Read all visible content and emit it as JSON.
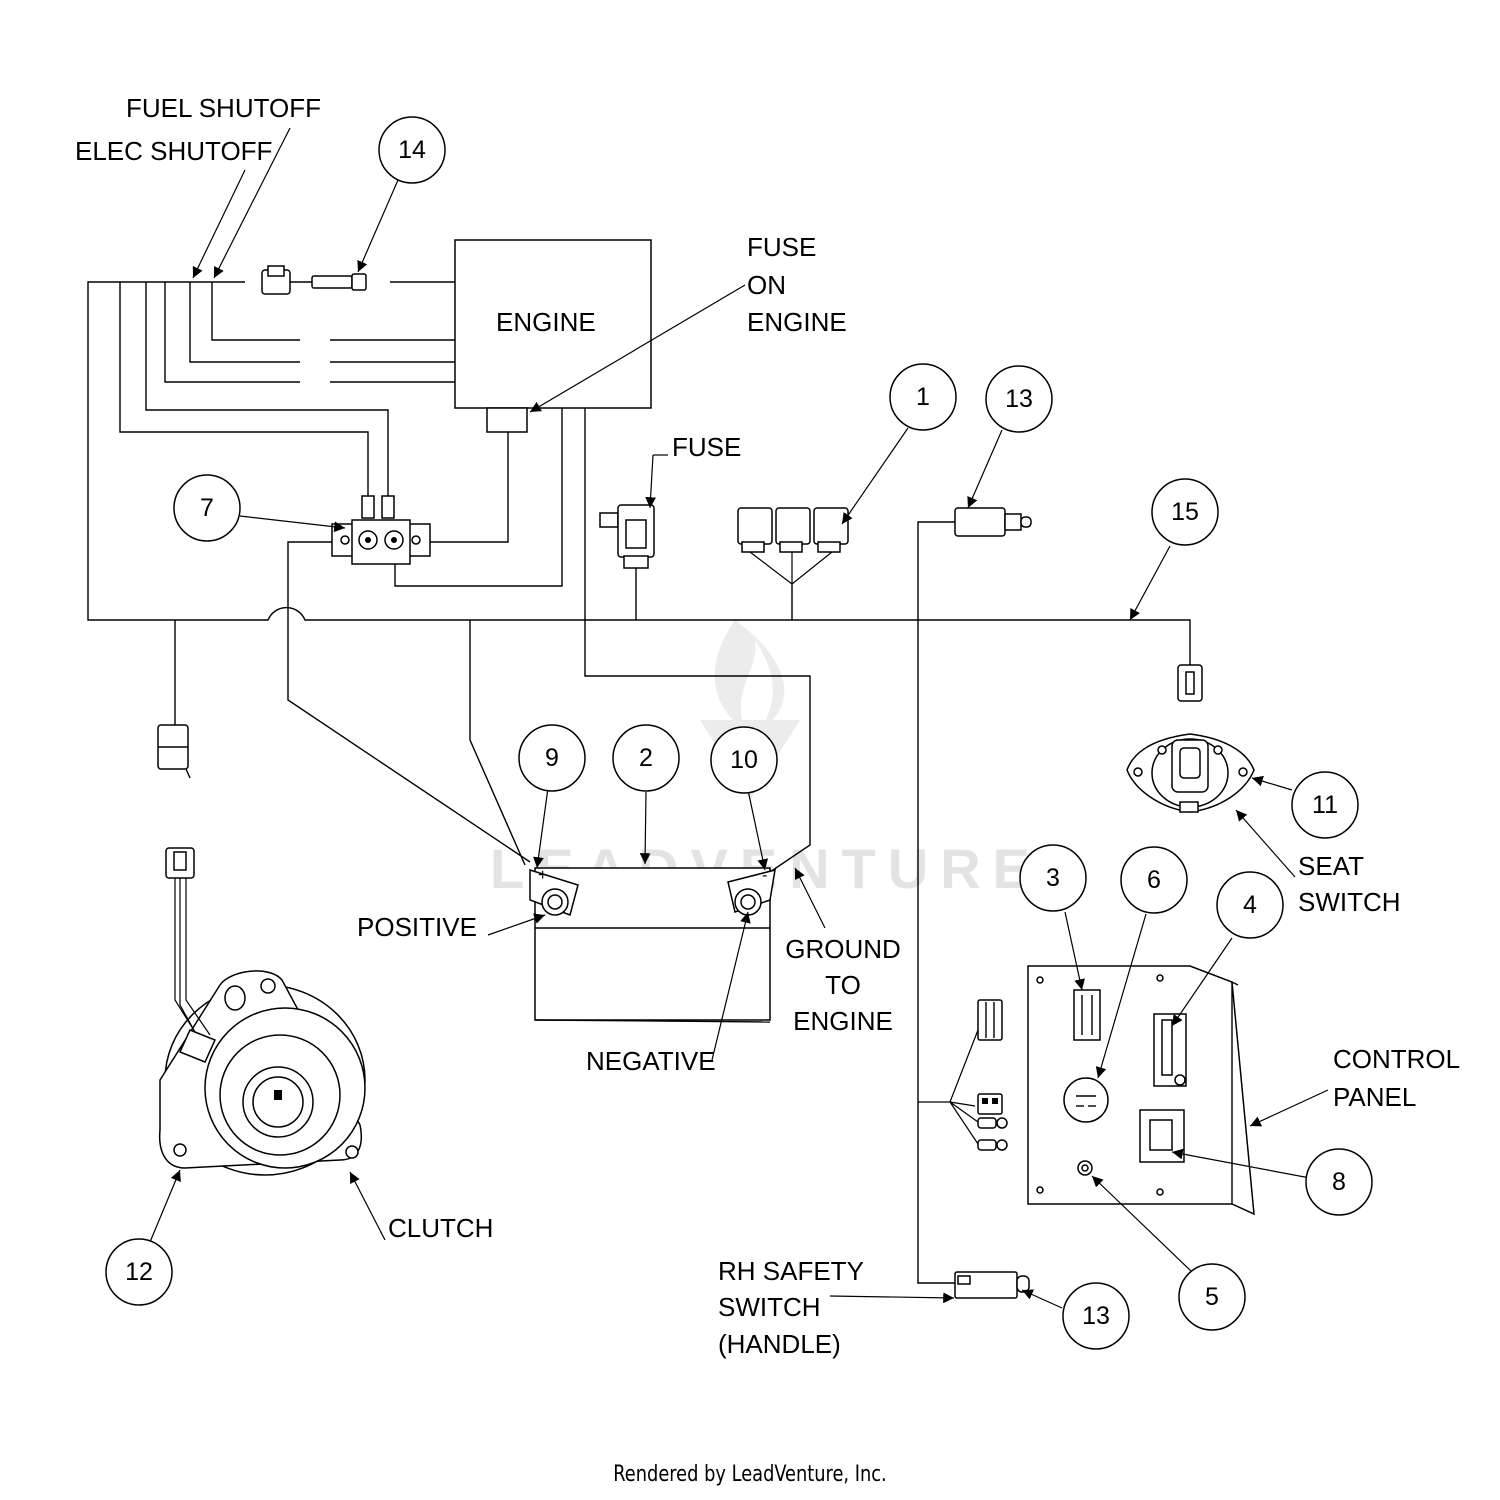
{
  "labels": {
    "fuel_shutoff": "FUEL SHUTOFF",
    "elec_shutoff": "ELEC SHUTOFF",
    "engine": "ENGINE",
    "fuse_on_engine": [
      "FUSE",
      "ON",
      "ENGINE"
    ],
    "fuse": "FUSE",
    "positive": "POSITIVE",
    "negative": "NEGATIVE",
    "ground_to_engine": [
      "GROUND",
      "TO",
      "ENGINE"
    ],
    "seat_switch": [
      "SEAT",
      "SWITCH"
    ],
    "control_panel": [
      "CONTROL",
      "PANEL"
    ],
    "clutch": "CLUTCH",
    "rh_safety_switch": [
      "RH SAFETY",
      "SWITCH",
      "(HANDLE)"
    ]
  },
  "callouts": {
    "c1": "1",
    "c2": "2",
    "c3": "3",
    "c4": "4",
    "c5": "5",
    "c6": "6",
    "c7": "7",
    "c8": "8",
    "c9": "9",
    "c10": "10",
    "c11": "11",
    "c12": "12",
    "c13a": "13",
    "c13b": "13",
    "c14": "14",
    "c15": "15"
  },
  "watermark": "LEADVENTURE",
  "footer": "Rendered by LeadVenture, Inc."
}
